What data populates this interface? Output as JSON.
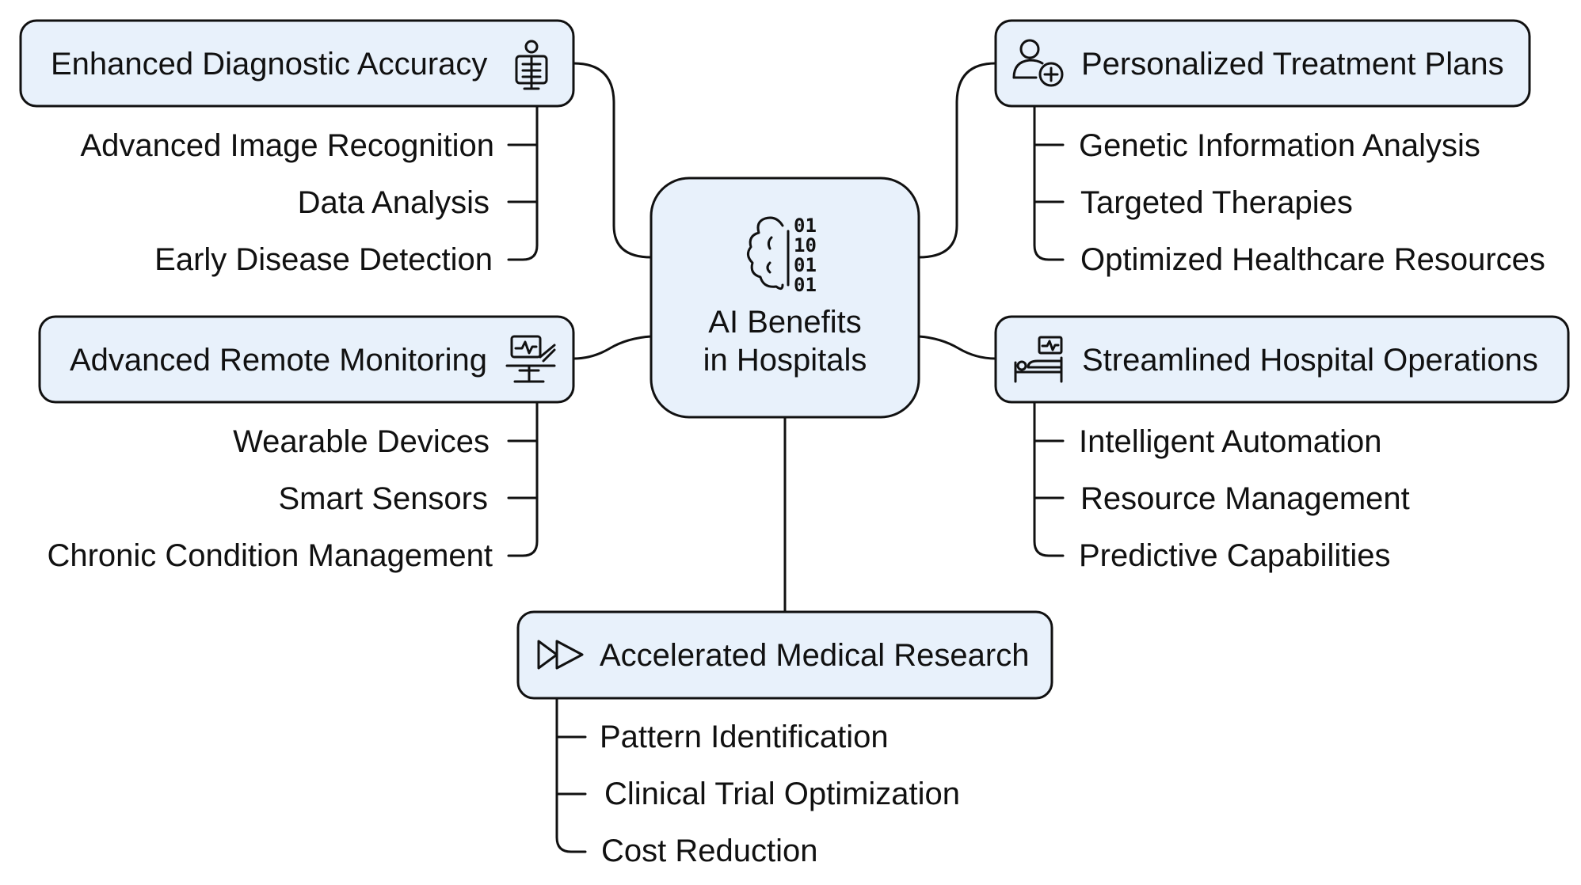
{
  "diagram": {
    "center": {
      "line1": "AI Benefits",
      "line2": "in Hospitals",
      "icon": "brain-binary-icon"
    },
    "binary_rows": [
      "01",
      "10",
      "01",
      "01"
    ],
    "branches": {
      "diagnostic": {
        "title": "Enhanced Diagnostic Accuracy",
        "icon": "xray-person-icon",
        "items": [
          "Advanced Image Recognition",
          "Data Analysis",
          "Early Disease Detection"
        ]
      },
      "monitoring": {
        "title": "Advanced Remote Monitoring",
        "icon": "monitor-stand-icon",
        "items": [
          "Wearable Devices",
          "Smart Sensors",
          "Chronic Condition Management"
        ]
      },
      "treatment": {
        "title": "Personalized Treatment Plans",
        "icon": "patient-medical-icon",
        "items": [
          "Genetic Information Analysis",
          "Targeted Therapies",
          "Optimized Healthcare Resources"
        ]
      },
      "operations": {
        "title": "Streamlined Hospital Operations",
        "icon": "hospital-bed-icon",
        "items": [
          "Intelligent Automation",
          "Resource Management",
          "Predictive Capabilities"
        ]
      },
      "research": {
        "title": "Accelerated Medical Research",
        "icon": "fast-forward-icon",
        "items": [
          "Pattern Identification",
          "Clinical Trial Optimization",
          "Cost Reduction"
        ]
      }
    },
    "colors": {
      "node_fill": "#e8f1fb",
      "stroke": "#111111",
      "background": "#ffffff"
    }
  }
}
